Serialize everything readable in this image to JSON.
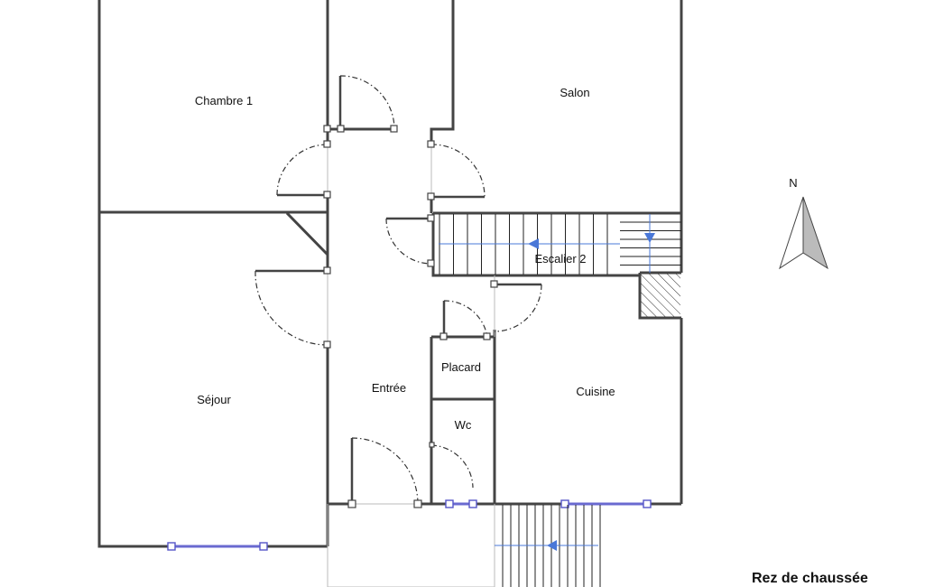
{
  "rooms": {
    "chambre1": "Chambre 1",
    "salon": "Salon",
    "sejour": "Séjour",
    "entree": "Entrée",
    "placard": "Placard",
    "wc": "Wc",
    "cuisine": "Cuisine",
    "escalier": "Escalier 2"
  },
  "compass": {
    "label": "N"
  },
  "level_title": "Rez de chaussée",
  "colors": {
    "wall": "#444444",
    "window": "#6a6ad0",
    "stair_arrow": "#4a78d8"
  }
}
